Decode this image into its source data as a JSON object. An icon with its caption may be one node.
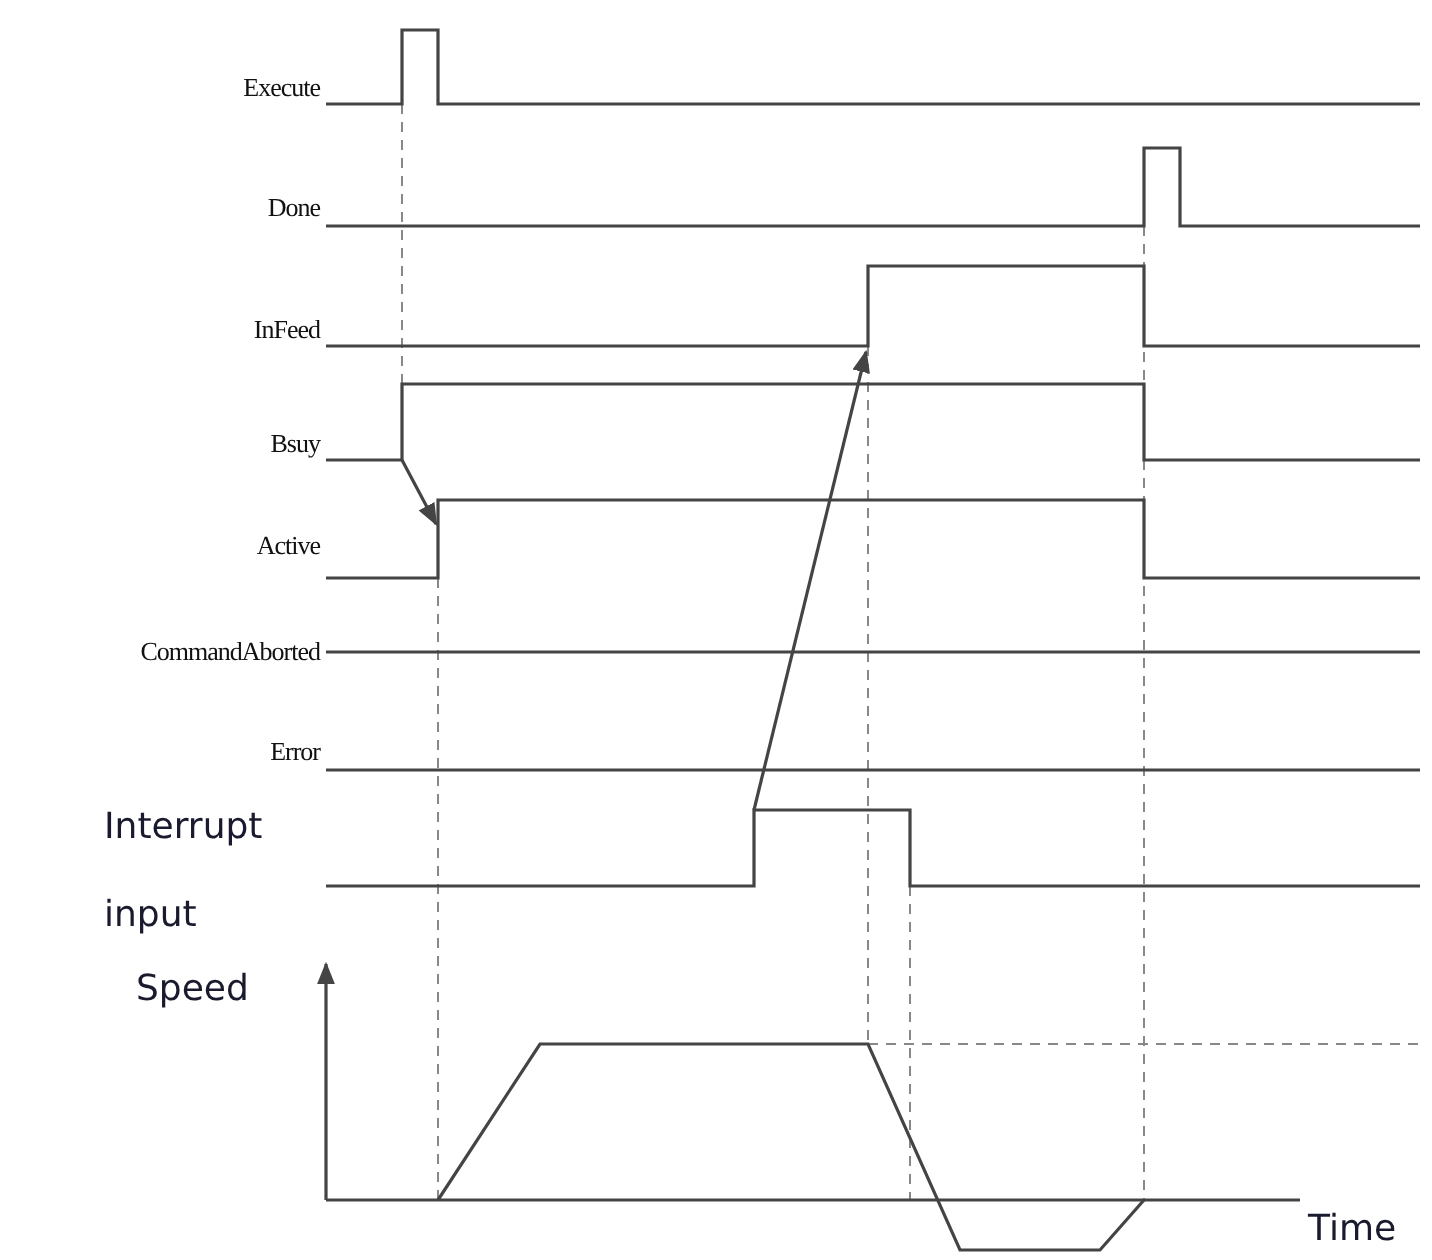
{
  "diagram": {
    "labels": [
      "Execute",
      "Done",
      "InFeed",
      "Bsuy",
      "Active",
      "CommandAborted",
      "Error",
      "Interrupt input",
      "Speed",
      "Time"
    ]
  }
}
